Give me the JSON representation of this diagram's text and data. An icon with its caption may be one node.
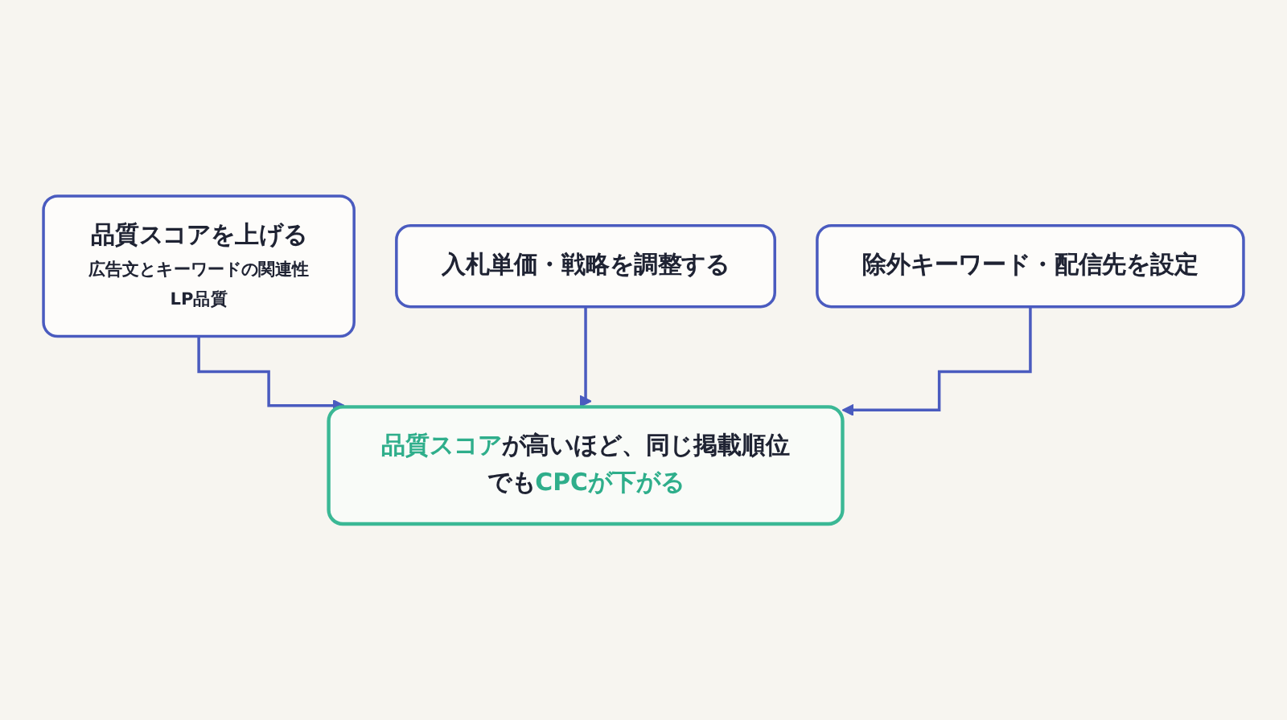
{
  "diagram": {
    "nodes": [
      {
        "text": [
          "品質スコアを上げる",
          "広告文とキーワードの関連性",
          "LP品質"
        ]
      },
      {
        "text": [
          "入札単価・戦略を調整する"
        ]
      },
      {
        "text": [
          "除外キーワード・配信先を設定"
        ]
      },
      {
        "text": [
          "**品質スコア**が高いほど、同じ掲載順位でも**CPCが下がる**"
        ]
      }
    ],
    "edges": [
      {
        "from": 0,
        "to": 3,
        "arrow": "to"
      },
      {
        "from": 1,
        "to": 3,
        "arrow": "to"
      },
      {
        "from": 2,
        "to": 3,
        "arrow": "to"
      }
    ]
  }
}
